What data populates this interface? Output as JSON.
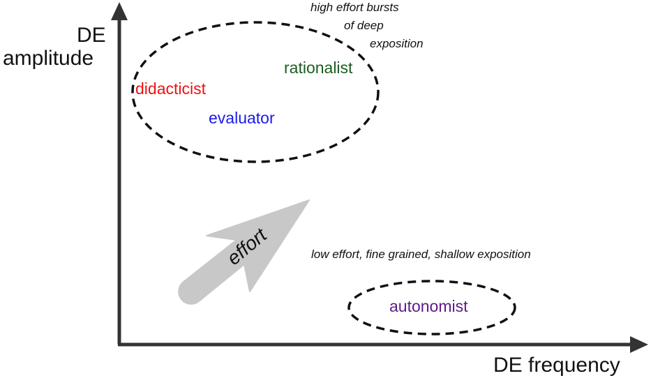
{
  "axes": {
    "y_label_line1": "DE",
    "y_label_line2": "amplitude",
    "x_label": "DE frequency"
  },
  "roles": {
    "didacticist": {
      "label": "didacticist",
      "color": "#ee1111"
    },
    "rationalist": {
      "label": "rationalist",
      "color": "#1b5e20"
    },
    "evaluator": {
      "label": "evaluator",
      "color": "#1a1aee"
    },
    "autonomist": {
      "label": "autonomist",
      "color": "#5e1a8a"
    }
  },
  "annotations": {
    "high_effort_line1": "high effort bursts",
    "high_effort_line2": "of deep",
    "high_effort_line3": "exposition",
    "low_effort": "low effort, fine grained, shallow exposition"
  },
  "effort_arrow": {
    "label": "effort",
    "color": "#c8c8c8"
  }
}
